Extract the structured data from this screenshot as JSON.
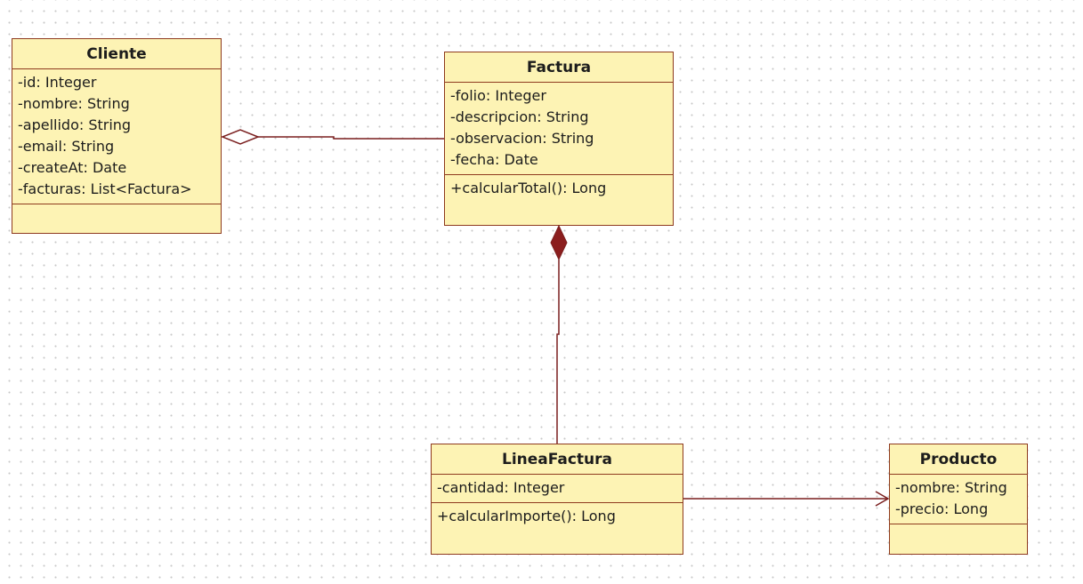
{
  "diagram": {
    "line_color": "#7a1f1f",
    "box_fill": "#fdf3b4",
    "box_border": "#8e3a1e",
    "classes": [
      {
        "id": "cliente",
        "name": "Cliente",
        "attributes": [
          "-id: Integer",
          "-nombre: String",
          "-apellido: String",
          "-email: String",
          "-createAt: Date",
          "-facturas: List<Factura>"
        ],
        "operations": []
      },
      {
        "id": "factura",
        "name": "Factura",
        "attributes": [
          "-folio: Integer",
          "-descripcion: String",
          "-observacion: String",
          "-fecha: Date"
        ],
        "operations": [
          "+calcularTotal(): Long"
        ]
      },
      {
        "id": "lineafactura",
        "name": "LineaFactura",
        "attributes": [
          "-cantidad: Integer"
        ],
        "operations": [
          "+calcularImporte(): Long"
        ]
      },
      {
        "id": "producto",
        "name": "Producto",
        "attributes": [
          "-nombre: String",
          "-precio: Long"
        ],
        "operations": []
      }
    ],
    "relations": [
      {
        "type": "aggregation",
        "whole": "Cliente",
        "part": "Factura"
      },
      {
        "type": "composition",
        "whole": "Factura",
        "part": "LineaFactura"
      },
      {
        "type": "directed-association",
        "source": "LineaFactura",
        "target": "Producto"
      }
    ]
  }
}
